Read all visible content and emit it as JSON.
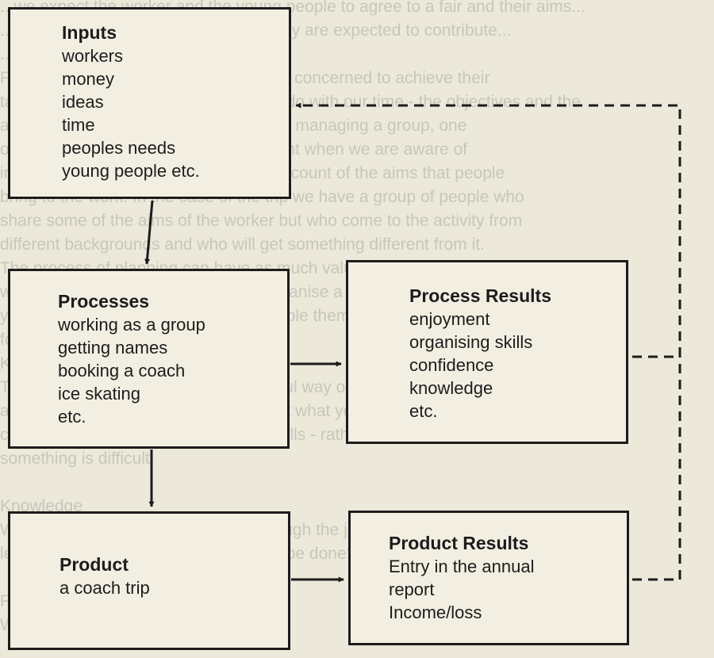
{
  "background_text": [
    "...we expect the worker and the young people to agree to a fair and their aims...",
    "...so that each person will know that they are expected to contribute...",
    "...them further.",
    "For most of the time the workers will be concerned to achieve their",
    "targets; to enable us to decide what to do with our time - the objectives and the",
    "activities. In the process of building and managing a group, one",
    "of the major difficulties which is apparent when we are aware of",
    "institutional goals is the need to take account of the aims that people",
    "bring to the work. In the case of the trip we have a group of people who",
    "share some of the aims of the worker but who come to the activity from",
    "different backgrounds and who will get something different from it.",
    "The process of planning can have as much value as the outcome in the",
    "work, rather than seeking merely to organise a set of activities for the",
    "young people, the worker seeks to enable them to take responsibility",
    "for their own learning.",
    "Knowledge, Feeling and Action",
    "This simple framework provides a useful way of looking at the process",
    "and at the product. Workers can look at what young people have learnt",
    "concerning knowledge, feelings and skills - rather than assuming that",
    "something is difficult.",
    "",
    "Knowledge",
    "What has the young person learnt through the job - what tasks did he or she",
    "learn, what role is needed in the job to be done?",
    "",
    "Feelings",
    "What feelings were experienced..."
  ],
  "boxes": {
    "inputs": {
      "title": "Inputs",
      "items": [
        "workers",
        "money",
        "ideas",
        "time",
        "peoples needs",
        "young people etc."
      ]
    },
    "processes": {
      "title": "Processes",
      "items": [
        "working as a group",
        "getting names",
        "booking a coach",
        "ice skating",
        "etc."
      ]
    },
    "process_results": {
      "title": "Process Results",
      "items": [
        "enjoyment",
        "organising skills",
        "confidence",
        "knowledge",
        "etc."
      ]
    },
    "product": {
      "title": "Product",
      "items": [
        "a coach trip"
      ]
    },
    "product_results": {
      "title": "Product Results",
      "items": [
        "Entry in the annual",
        "report",
        "Income/loss"
      ]
    }
  }
}
